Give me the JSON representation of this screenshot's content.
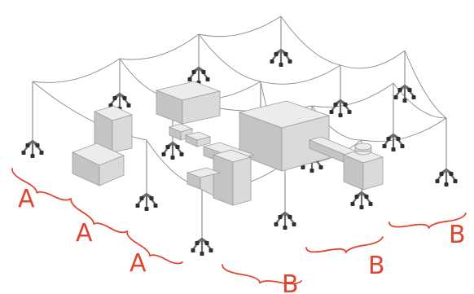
{
  "labels": [
    "A",
    "A",
    "A",
    "B",
    "B",
    "B"
  ],
  "colors": {
    "label": "#e2452f",
    "box_top": "#ececec",
    "box_left": "#c4c4c4",
    "box_right": "#dadada",
    "rope": "#8a8a8a",
    "tower_foot": "#2f2f2f"
  }
}
